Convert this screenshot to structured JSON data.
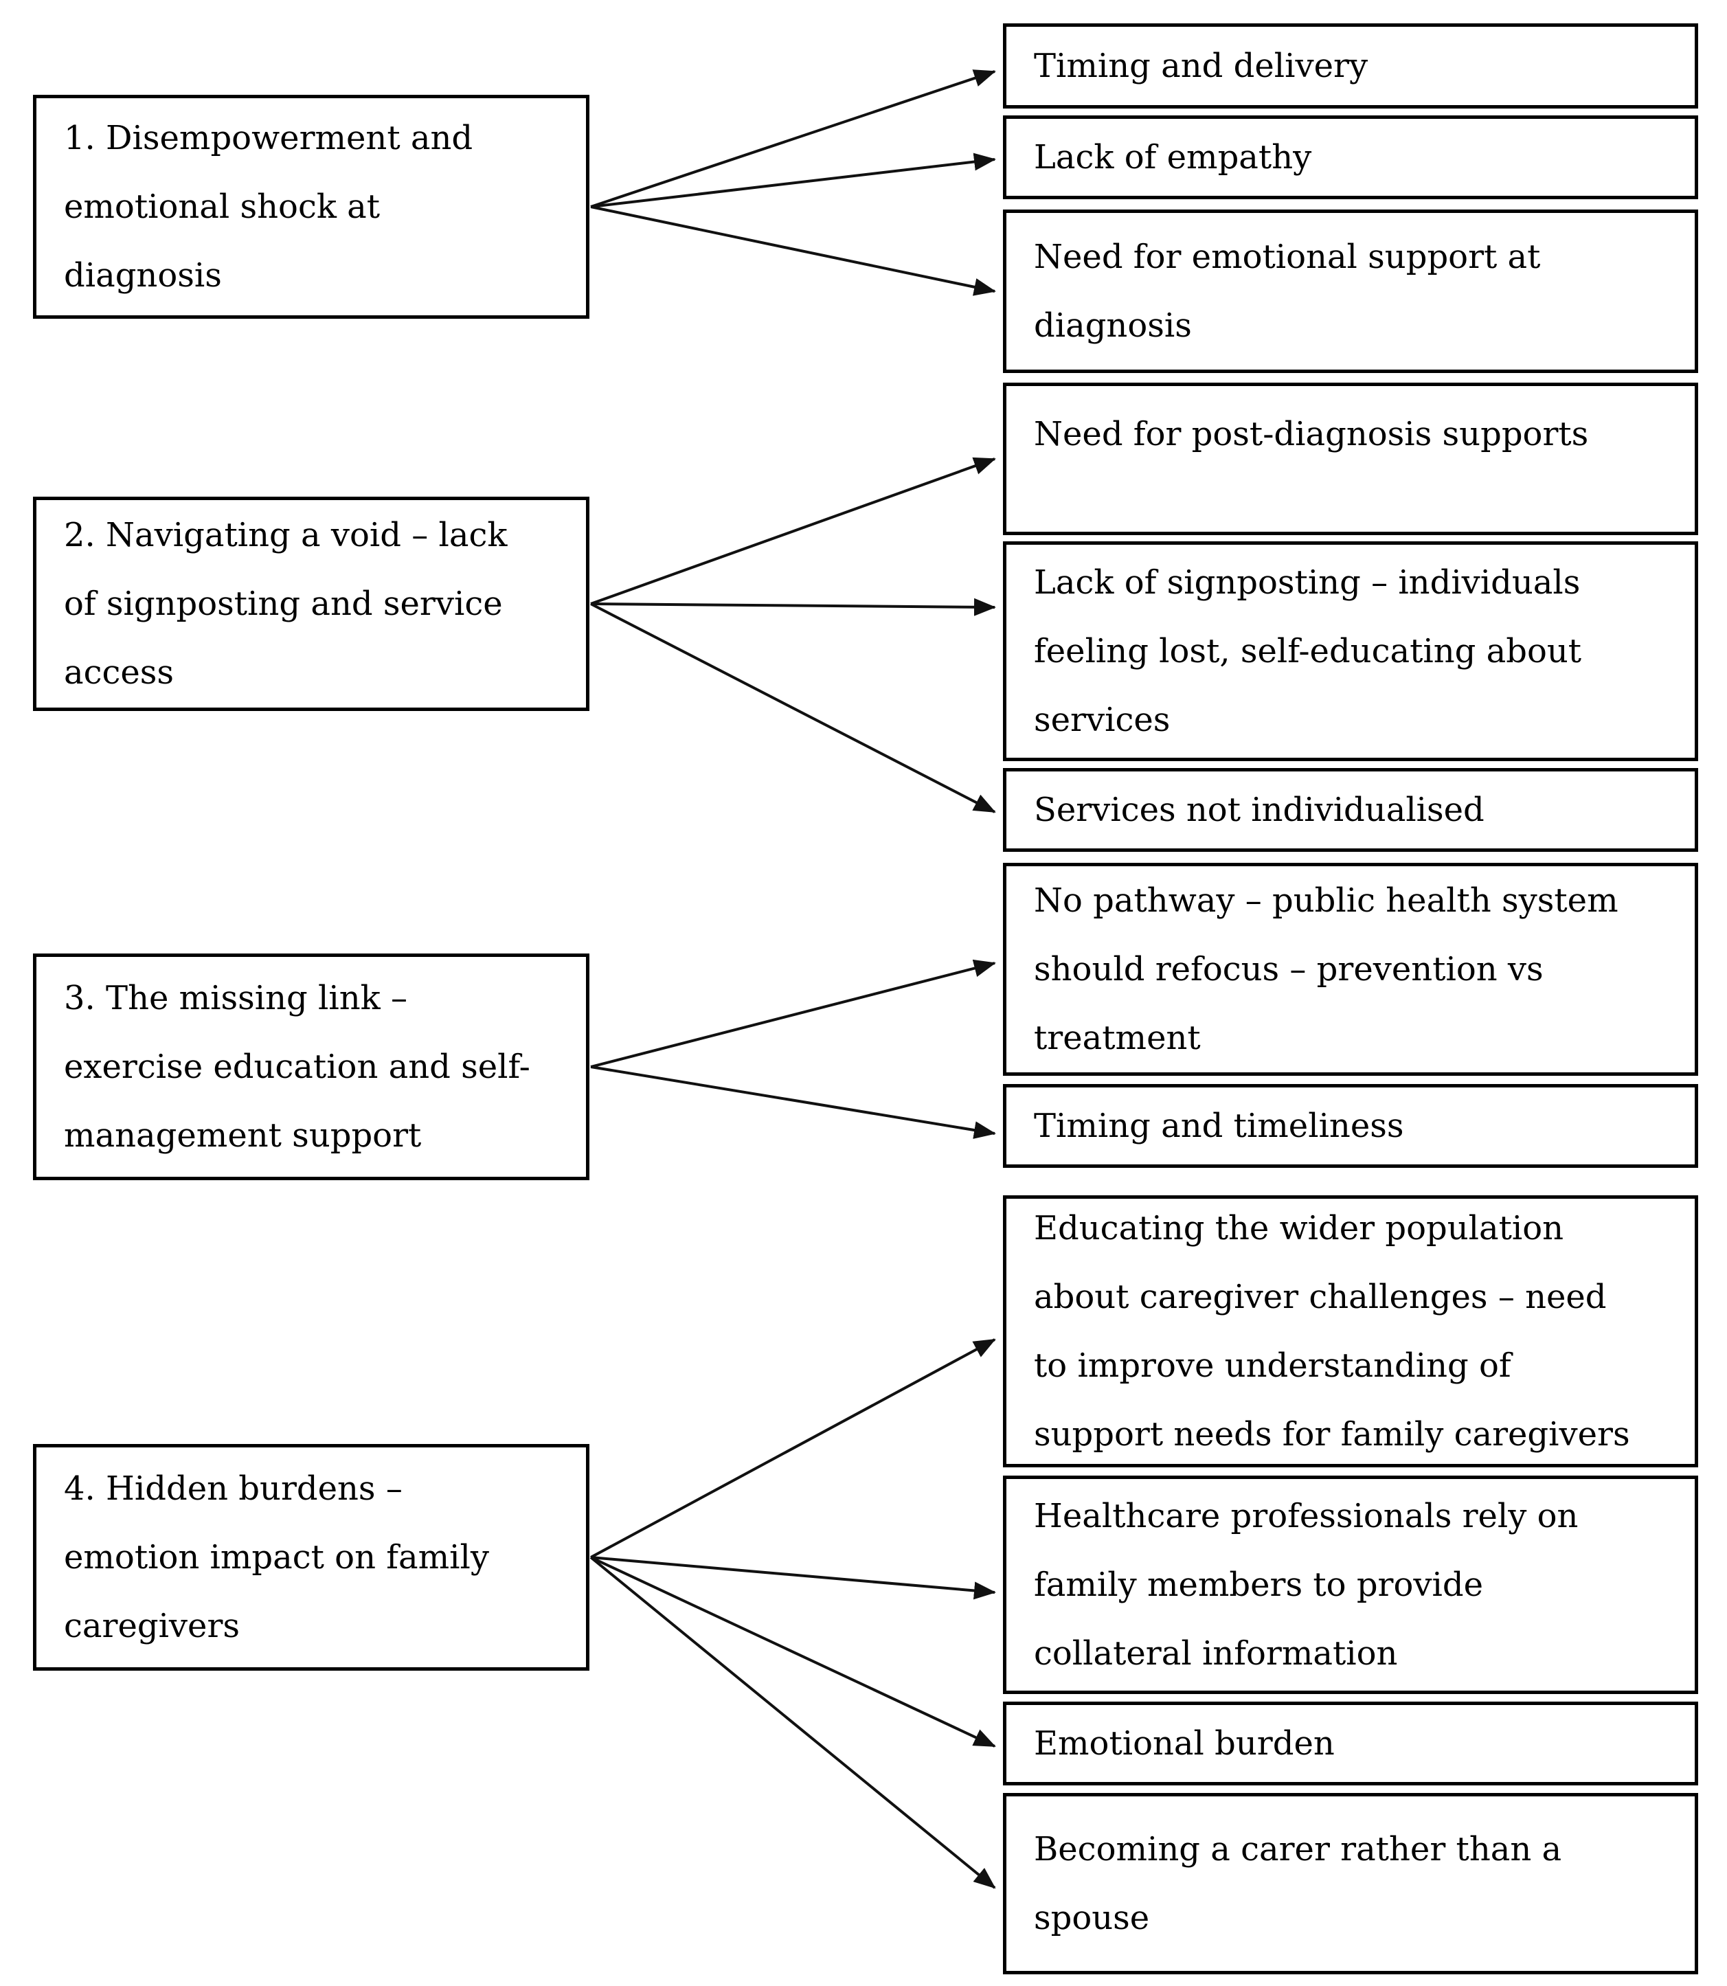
{
  "themes": [
    {
      "label": "1. Disempowerment and\nemotional shock at\ndiagnosis",
      "subthemes": [
        "Timing and delivery",
        "Lack of empathy",
        "Need for emotional support at\ndiagnosis"
      ]
    },
    {
      "label": "2. Navigating a void – lack\nof signposting and service\naccess",
      "subthemes": [
        "Need for post-diagnosis supports",
        "Lack of signposting – individuals\nfeeling lost, self-educating about\nservices",
        "Services not individualised"
      ]
    },
    {
      "label": "3. The missing link –\nexercise education and self-\nmanagement support",
      "subthemes": [
        "No pathway – public health system\nshould refocus – prevention vs\ntreatment",
        "Timing and timeliness"
      ]
    },
    {
      "label": "4. Hidden burdens –\nemotion impact on family\ncaregivers",
      "subthemes": [
        "Educating the wider population\nabout caregiver challenges – need\nto improve understanding of\nsupport needs for family caregivers",
        "Healthcare professionals rely on\nfamily members to provide\ncollateral information",
        "Emotional burden",
        "Becoming a carer rather than a\nspouse"
      ]
    }
  ],
  "colors": {
    "border": "#000000",
    "background": "#ffffff",
    "text": "#000000",
    "arrow": "#111111"
  }
}
